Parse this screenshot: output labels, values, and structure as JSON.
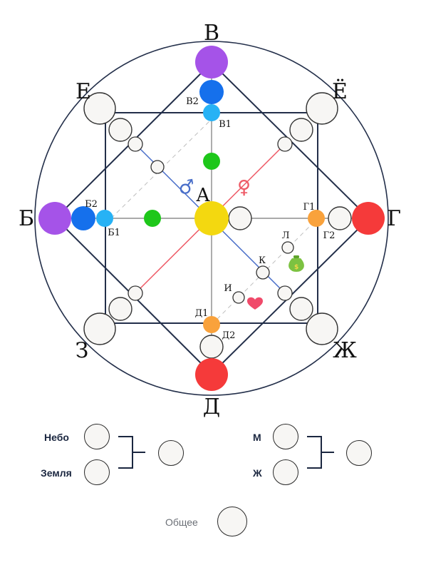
{
  "corners": {
    "top": "В",
    "left": "Б",
    "right": "Г",
    "bottom": "Д",
    "top_left": "Е",
    "top_right": "Ё",
    "bottom_left": "З",
    "bottom_right": "Ж"
  },
  "center": "А",
  "points": {
    "v1": "В1",
    "v2": "В2",
    "b1": "Б1",
    "b2": "Б2",
    "g1": "Г1",
    "g2": "Г2",
    "d1": "Д1",
    "d2": "Д2",
    "k": "К",
    "l": "Л",
    "i": "И"
  },
  "symbols": {
    "male": "♂",
    "female": "♀"
  },
  "colors": {
    "purple": "#a553e8",
    "blue": "#1570ec",
    "light_blue": "#27b2f5",
    "green": "#1ec71a",
    "yellow": "#f3d810",
    "orange": "#f9a23c",
    "red": "#f53a3a",
    "male_line": "#4a6fc9",
    "female_line": "#ee5a66",
    "frame": "#232f4a"
  },
  "legend": {
    "sky": "Небо",
    "earth": "Земля",
    "m": "М",
    "f": "Ж",
    "total": "Общее"
  }
}
